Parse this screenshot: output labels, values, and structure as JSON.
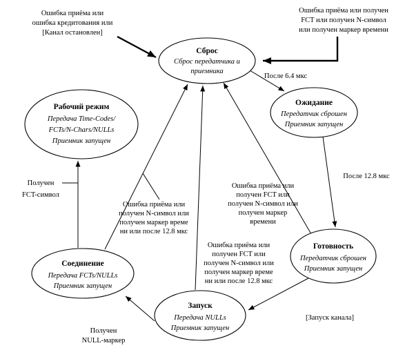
{
  "diagram": {
    "colors": {
      "ink": "#000000",
      "background": "#ffffff"
    },
    "states": [
      {
        "name": "reset",
        "title": "Сброс",
        "lines": [
          "Сброс передатчика и",
          "приемника"
        ]
      },
      {
        "name": "wait",
        "title": "Ожидание",
        "lines": [
          "Передатчик сброшен",
          "Приемник запущен"
        ]
      },
      {
        "name": "run",
        "title": "Рабочий режим",
        "lines": [
          "Передача  Time-Codes/",
          "FCTs/N-Chars/NULLs",
          "Приемник запущен"
        ]
      },
      {
        "name": "ready",
        "title": "Готовность",
        "lines": [
          "Передатчик сброшен",
          "Приемник запущен"
        ]
      },
      {
        "name": "started",
        "title": "Запуск",
        "lines": [
          "Передача NULLs",
          "Приемник запущен"
        ]
      },
      {
        "name": "connecting",
        "title": "Соединение",
        "lines": [
          "Передача FCTs/NULLs",
          "Приемник  запущен"
        ]
      }
    ],
    "transition_labels": {
      "run_error": [
        "Ошибка приёма или",
        "ошибка кредитования или",
        "[Канал остановлен]"
      ],
      "wait_error": [
        "Ошибка приёма или получен",
        "FCT или получен N-символ",
        "или получен маркер времени"
      ],
      "after_6_4": "После 6.4 мкс",
      "after_12_8": "После 12.8 мкс",
      "got_fct": [
        "Получен",
        "FCT-символ"
      ],
      "connecting_error": [
        "Ошибка приёма или",
        "получен N-символ или",
        "получен маркер време",
        "ни или после 12.8 мкс"
      ],
      "ready_error": [
        "Ошибка приёма или",
        "получен FCT или",
        "получен N-символ или",
        "получен маркер",
        "времени"
      ],
      "started_error": [
        "Ошибка приёма или",
        "получен FCT или",
        "получен N-символ или",
        "получен маркер време",
        "ни или после 12.8 мкс"
      ],
      "link_start": "[Запуск канала]",
      "got_null": [
        "Получен",
        "NULL-маркер"
      ]
    }
  }
}
